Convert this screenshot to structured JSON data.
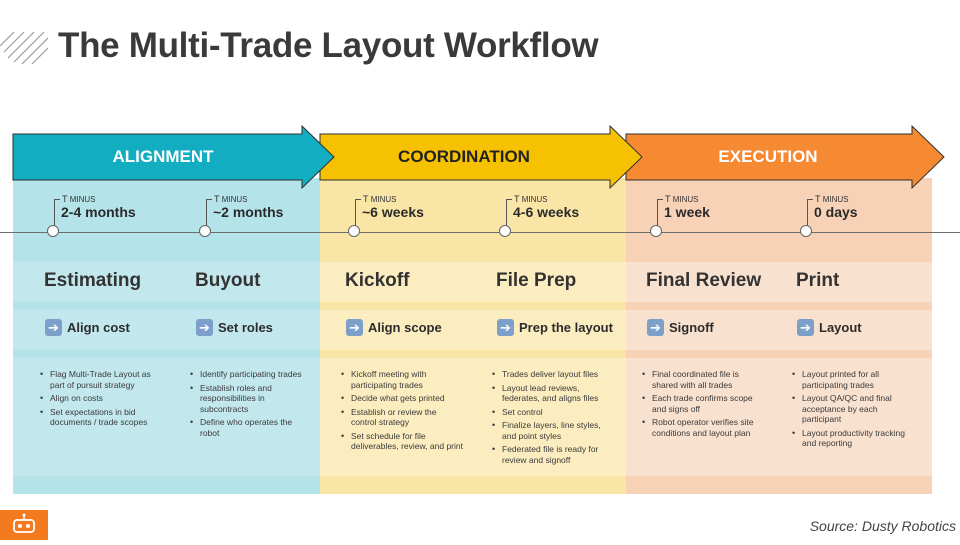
{
  "title": "The Multi-Trade Layout Workflow",
  "source": "Source: Dusty Robotics",
  "tminus_label": "MINUS",
  "tminus_t": "T",
  "colors": {
    "alignment": "#12adc1",
    "coordination": "#f6c100",
    "execution": "#f58a33",
    "alignment_bg": "#a9dfe6",
    "coordination_bg": "#f8e7a8",
    "execution_bg": "#f8d3b7",
    "logo": "#f47a20"
  },
  "phases": [
    {
      "label": "ALIGNMENT"
    },
    {
      "label": "COORDINATION"
    },
    {
      "label": "EXECUTION"
    }
  ],
  "stages": [
    {
      "time": "2-4 months",
      "name": "Estimating",
      "action": "Align cost",
      "bullets": [
        "Flag Multi-Trade Layout as part of pursuit strategy",
        "Align on costs",
        "Set expectations in bid documents / trade scopes"
      ]
    },
    {
      "time": "~2 months",
      "name": "Buyout",
      "action": "Set roles",
      "bullets": [
        "Identify participating trades",
        "Establish roles and responsibilities in subcontracts",
        "Define who operates the robot"
      ]
    },
    {
      "time": "~6 weeks",
      "name": "Kickoff",
      "action": "Align scope",
      "bullets": [
        "Kickoff meeting with participating trades",
        "Decide what gets printed",
        "Establish or review the control strategy",
        "Set schedule for file deliverables, review, and print"
      ]
    },
    {
      "time": "4-6 weeks",
      "name": "File Prep",
      "action": "Prep the layout",
      "bullets": [
        "Trades deliver layout files",
        "Layout lead reviews, federates, and aligns files",
        "Set control",
        "Finalize layers, line styles, and point styles",
        "Federated file is ready for review and signoff"
      ]
    },
    {
      "time": "1 week",
      "name": "Final Review",
      "action": "Signoff",
      "bullets": [
        "Final coordinated file is shared with all trades",
        "Each trade confirms scope and signs off",
        "Robot operator verifies site conditions and layout plan"
      ]
    },
    {
      "time": "0 days",
      "name": "Print",
      "action": "Layout",
      "bullets": [
        "Layout printed for all participating trades",
        "Layout QA/QC and final acceptance by each participant",
        "Layout productivity tracking and reporting"
      ]
    }
  ]
}
